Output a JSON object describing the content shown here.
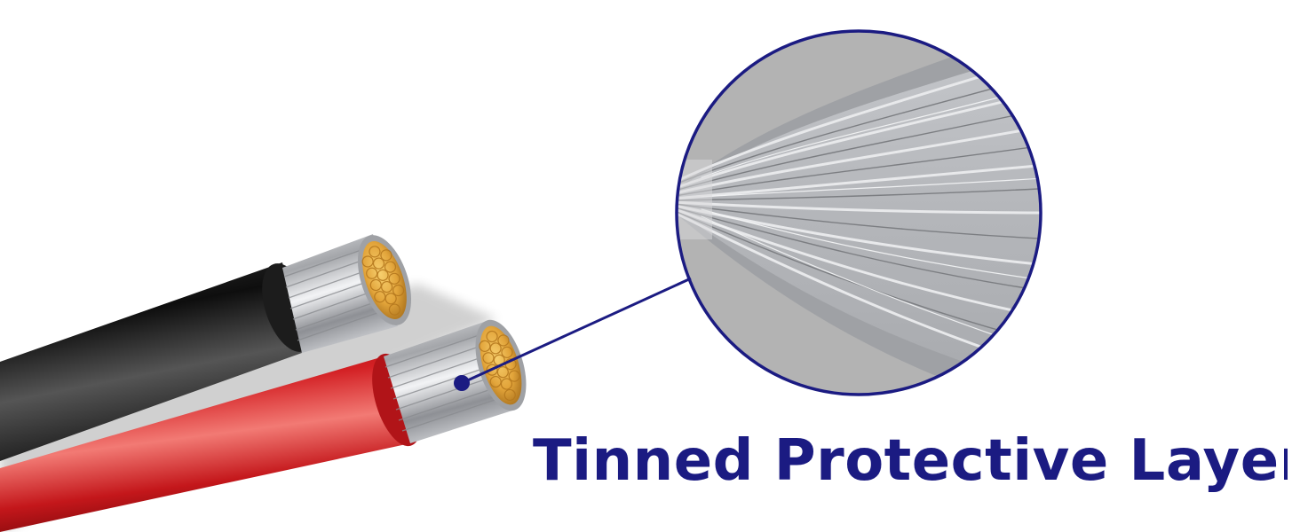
{
  "caption": {
    "text": "Tinned Protective Layer"
  },
  "colors": {
    "accent_navy": "#1b1b82",
    "wire_red": "#c8181c",
    "wire_black": "#161616",
    "tinned_silver": "#c8c9cc",
    "copper_gold": "#e3a83a",
    "magnifier_background": "#b0b0b0"
  },
  "illustration": {
    "objects": [
      "black-insulated-wire",
      "red-insulated-wire",
      "tinned-strand-sleeve",
      "copper-core-ends",
      "magnifier-circle",
      "callout-line",
      "callout-dot"
    ]
  }
}
